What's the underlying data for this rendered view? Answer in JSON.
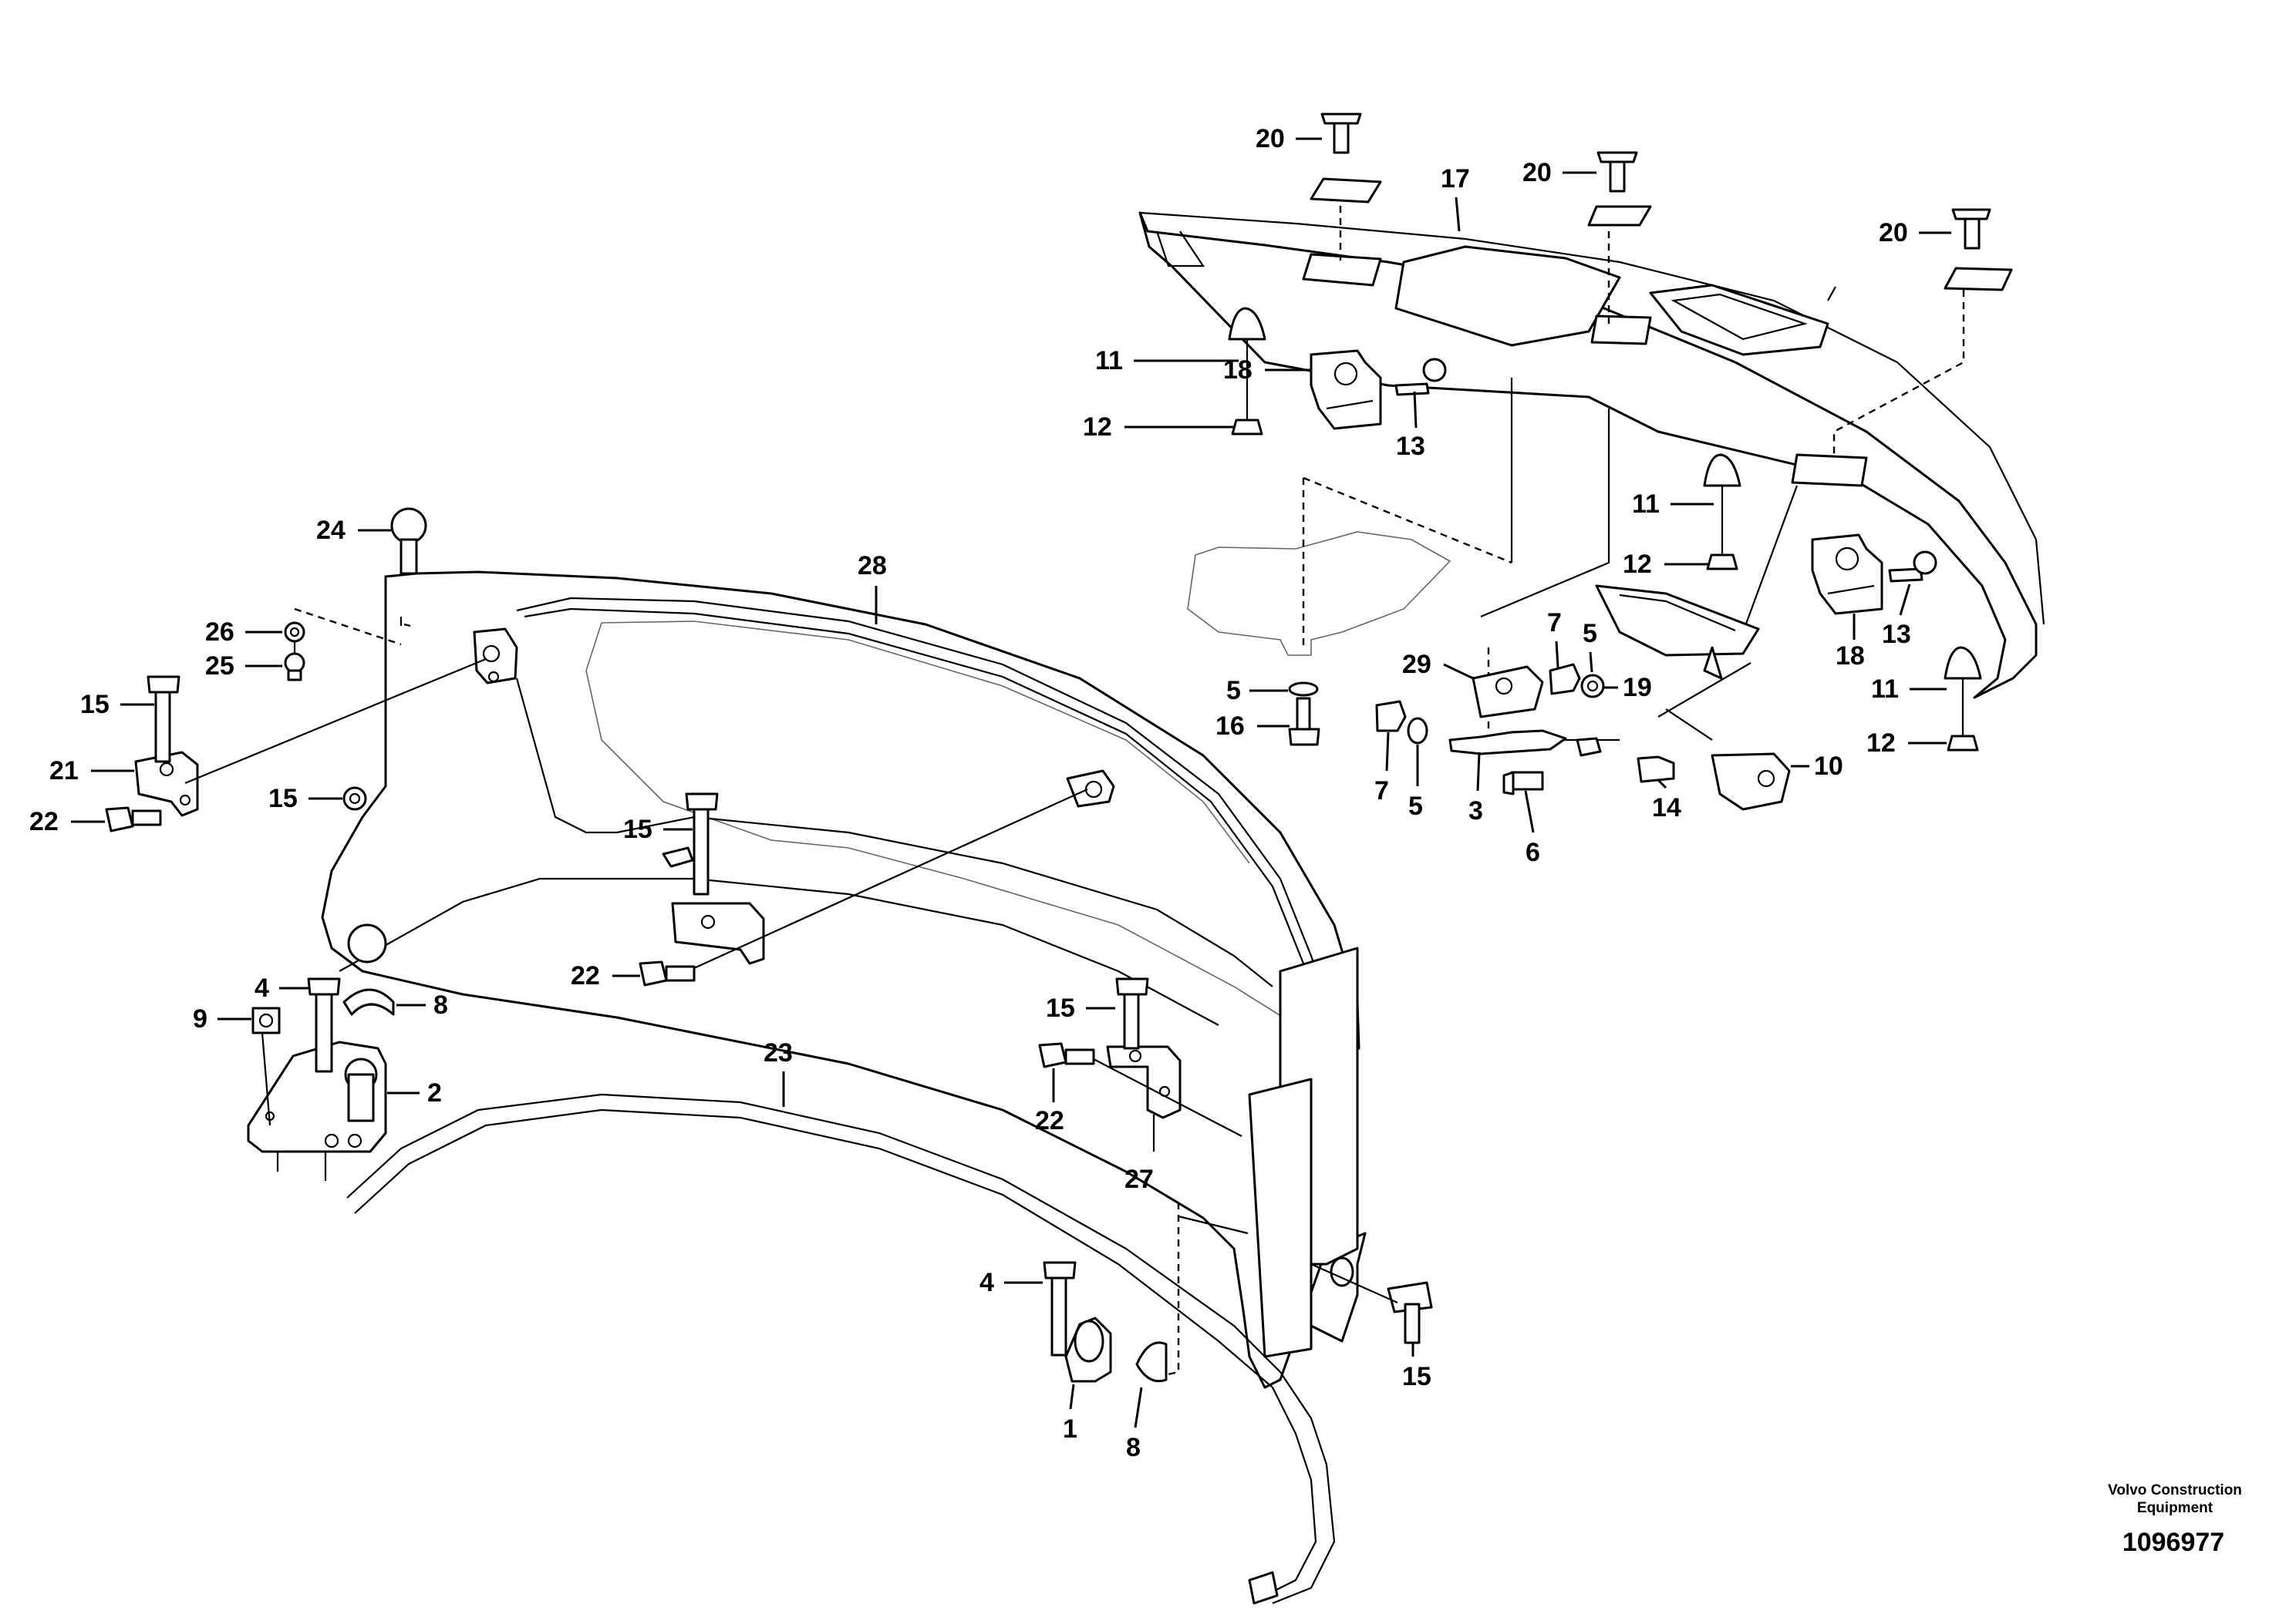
{
  "diagram": {
    "brand_line1": "Volvo Construction",
    "brand_line2": "Equipment",
    "drawing_number": "1096977"
  },
  "callouts": [
    {
      "id": "c20a",
      "label": "20"
    },
    {
      "id": "c20b",
      "label": "20"
    },
    {
      "id": "c20c",
      "label": "20"
    },
    {
      "id": "c17",
      "label": "17"
    },
    {
      "id": "c11a",
      "label": "11"
    },
    {
      "id": "c12a",
      "label": "12"
    },
    {
      "id": "c18a",
      "label": "18"
    },
    {
      "id": "c13a",
      "label": "13"
    },
    {
      "id": "c11b",
      "label": "11"
    },
    {
      "id": "c12b",
      "label": "12"
    },
    {
      "id": "c18b",
      "label": "18"
    },
    {
      "id": "c13b",
      "label": "13"
    },
    {
      "id": "c11c",
      "label": "11"
    },
    {
      "id": "c12c",
      "label": "12"
    },
    {
      "id": "c24",
      "label": "24"
    },
    {
      "id": "c28",
      "label": "28"
    },
    {
      "id": "c26",
      "label": "26"
    },
    {
      "id": "c25",
      "label": "25"
    },
    {
      "id": "c15a",
      "label": "15"
    },
    {
      "id": "c21",
      "label": "21"
    },
    {
      "id": "c22a",
      "label": "22"
    },
    {
      "id": "c15b",
      "label": "15"
    },
    {
      "id": "c15c",
      "label": "15"
    },
    {
      "id": "c22b",
      "label": "22"
    },
    {
      "id": "c4a",
      "label": "4"
    },
    {
      "id": "c8a",
      "label": "8"
    },
    {
      "id": "c9",
      "label": "9"
    },
    {
      "id": "c2",
      "label": "2"
    },
    {
      "id": "c23",
      "label": "23"
    },
    {
      "id": "c15d",
      "label": "15"
    },
    {
      "id": "c22c",
      "label": "22"
    },
    {
      "id": "c27",
      "label": "27"
    },
    {
      "id": "c4b",
      "label": "4"
    },
    {
      "id": "c1",
      "label": "1"
    },
    {
      "id": "c8b",
      "label": "8"
    },
    {
      "id": "c15e",
      "label": "15"
    },
    {
      "id": "c5a",
      "label": "5"
    },
    {
      "id": "c16",
      "label": "16"
    },
    {
      "id": "c29",
      "label": "29"
    },
    {
      "id": "c7a",
      "label": "7"
    },
    {
      "id": "c5b",
      "label": "5"
    },
    {
      "id": "c19",
      "label": "19"
    },
    {
      "id": "c7b",
      "label": "7"
    },
    {
      "id": "c5c",
      "label": "5"
    },
    {
      "id": "c3",
      "label": "3"
    },
    {
      "id": "c6",
      "label": "6"
    },
    {
      "id": "c14",
      "label": "14"
    },
    {
      "id": "c10",
      "label": "10"
    }
  ]
}
